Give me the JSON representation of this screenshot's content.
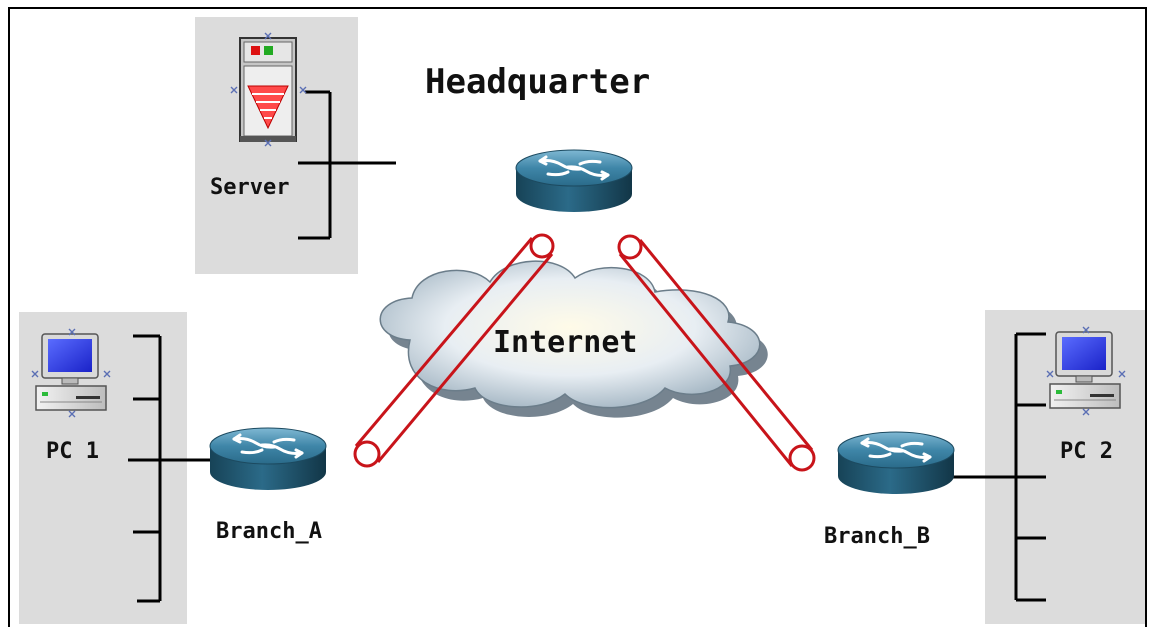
{
  "title": "Headquarter",
  "cloud_label": "Internet",
  "devices": {
    "server": "Server",
    "pc1": "PC 1",
    "pc2": "PC 2",
    "branch_a": "Branch_A",
    "branch_b": "Branch_B"
  },
  "colors": {
    "panel": "#dcdcdc",
    "router_top": "#3d7fa0",
    "router_side": "#1d4f66",
    "tunnel": "#c8141a",
    "line": "#000000"
  },
  "icons": [
    "server-icon",
    "router-icon",
    "pc-icon",
    "cloud-icon",
    "vpn-tunnel"
  ]
}
